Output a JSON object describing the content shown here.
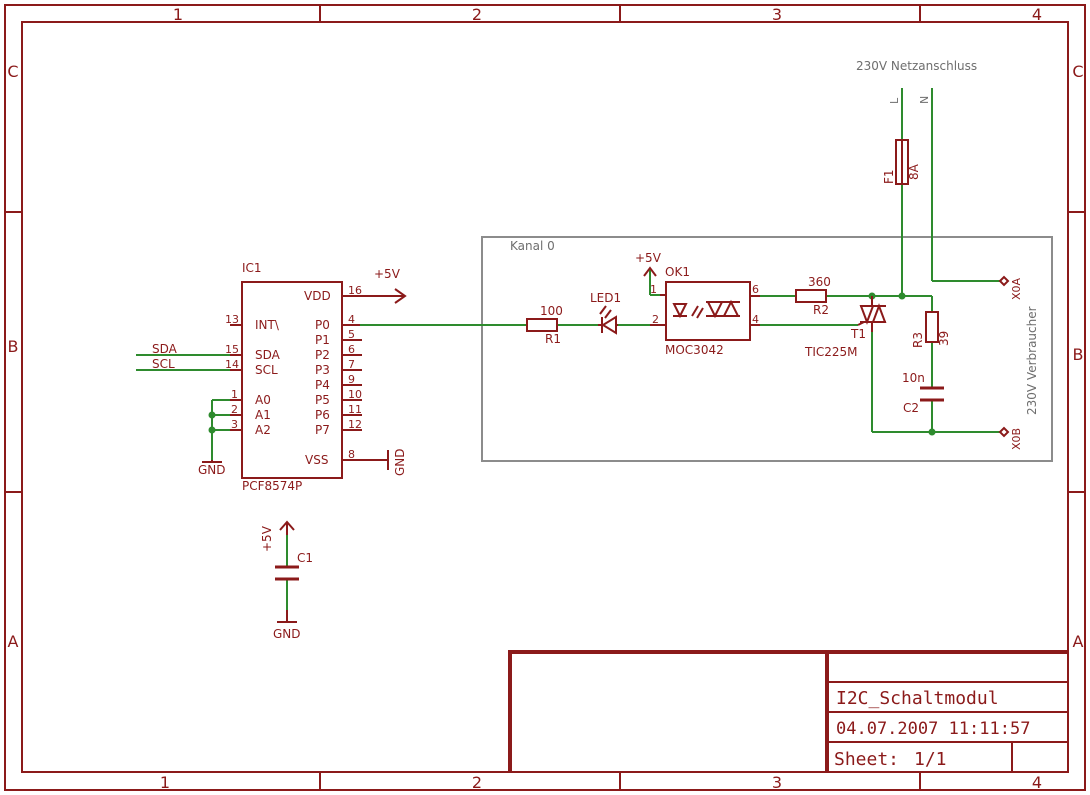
{
  "frame": {
    "columns_top": [
      "1",
      "2",
      "3",
      "4"
    ],
    "columns_bottom": [
      "1",
      "2",
      "3",
      "4"
    ],
    "rows_left": [
      "C",
      "B",
      "A"
    ],
    "rows_right": [
      "C",
      "B",
      "A"
    ]
  },
  "title_block": {
    "title": "I2C_Schaltmodul",
    "datetime": "04.07.2007  11:11:57",
    "sheet_label": "Sheet:",
    "sheet_value": "1/1"
  },
  "ic1": {
    "name": "IC1",
    "part": "PCF8574P",
    "pins_left": [
      {
        "num": "13",
        "label": "INT\\"
      },
      {
        "num": "15",
        "label": "SDA"
      },
      {
        "num": "14",
        "label": "SCL"
      },
      {
        "num": "1",
        "label": "A0"
      },
      {
        "num": "2",
        "label": "A1"
      },
      {
        "num": "3",
        "label": "A2"
      }
    ],
    "pins_right": [
      {
        "num": "16",
        "label": "VDD"
      },
      {
        "num": "4",
        "label": "P0"
      },
      {
        "num": "5",
        "label": "P1"
      },
      {
        "num": "6",
        "label": "P2"
      },
      {
        "num": "7",
        "label": "P3"
      },
      {
        "num": "9",
        "label": "P4"
      },
      {
        "num": "10",
        "label": "P5"
      },
      {
        "num": "11",
        "label": "P6"
      },
      {
        "num": "12",
        "label": "P7"
      },
      {
        "num": "8",
        "label": "VSS"
      }
    ]
  },
  "nets": {
    "sda": "SDA",
    "scl": "SCL",
    "vcc": "+5V",
    "gnd": "GND",
    "mains": "230V Netzanschluss",
    "mains_l": "L",
    "mains_n": "N"
  },
  "channel": {
    "label": "Kanal 0",
    "load_label": "230V Verbraucher",
    "out_a": "X0A",
    "out_b": "X0B"
  },
  "parts": {
    "r1": {
      "name": "R1",
      "value": "100"
    },
    "r2": {
      "name": "R2",
      "value": "360"
    },
    "r3": {
      "name": "R3",
      "value": "39"
    },
    "c1": {
      "name": "C1"
    },
    "c2": {
      "name": "C2",
      "value": "10n"
    },
    "f1": {
      "name": "F1",
      "value": "8A"
    },
    "led1": {
      "name": "LED1"
    },
    "ok1": {
      "name": "OK1",
      "part": "MOC3042",
      "pin1": "1",
      "pin2": "2",
      "pin6": "6",
      "pin4": "4"
    },
    "t1": {
      "name": "T1",
      "part": "TIC225M"
    }
  },
  "colors": {
    "frame": "#8b1a1a",
    "net": "#2e8b2e",
    "box": "#8c8c8c",
    "label_gray": "#6e6e6e"
  }
}
